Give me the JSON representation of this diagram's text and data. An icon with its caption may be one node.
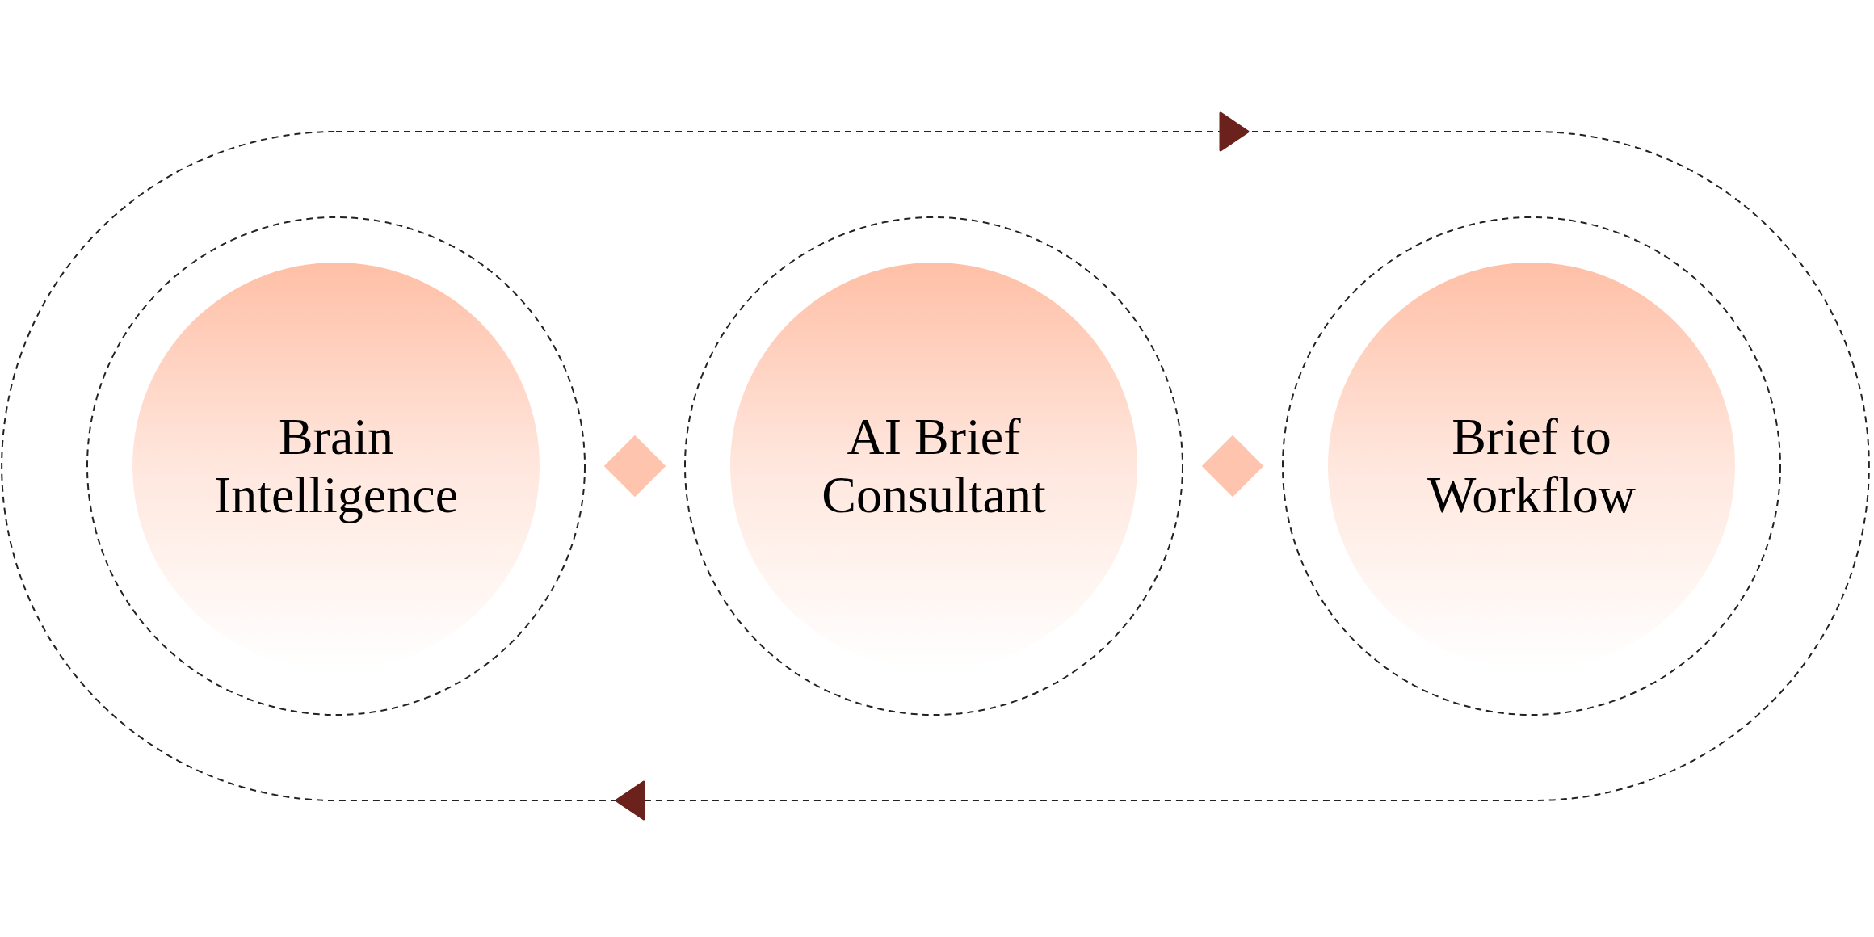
{
  "diagram": {
    "nodes": [
      {
        "text": [
          "Brain Intelligence"
        ]
      },
      {
        "text": [],
        "shape": "diamond"
      },
      {
        "text": [
          "AI Brief Consultant"
        ]
      },
      {
        "text": [],
        "shape": "diamond"
      },
      {
        "text": [
          "Brief to Workflow"
        ]
      }
    ]
  }
}
